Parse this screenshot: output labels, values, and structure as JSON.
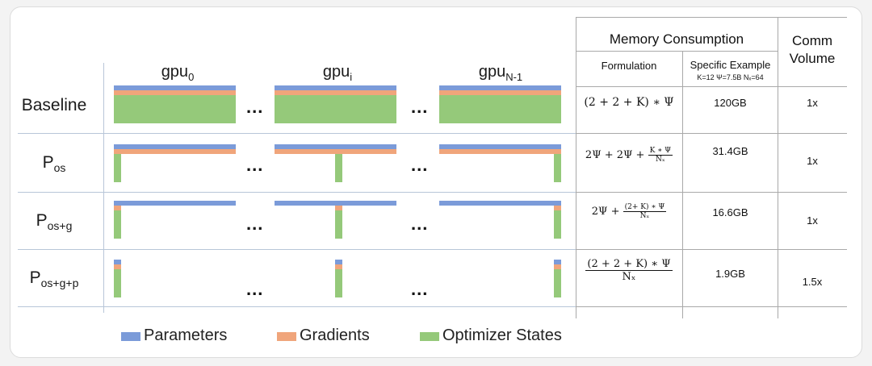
{
  "colors": {
    "parameters": "#7b9bd9",
    "gradients": "#f0a57b",
    "optimizer_states": "#95c97a"
  },
  "gpu_headers": {
    "gpu0": {
      "base": "gpu",
      "sub": "0"
    },
    "gpui": {
      "base": "gpu",
      "sub": "i"
    },
    "gpun1": {
      "base": "gpu",
      "sub": "N-1"
    }
  },
  "ellipsis": "...",
  "rows": [
    {
      "label_base": "Baseline",
      "label_sub": "",
      "memory": "120GB",
      "comm": "1x"
    },
    {
      "label_base": "P",
      "label_sub": "os",
      "memory": "31.4GB",
      "comm": "1x"
    },
    {
      "label_base": "P",
      "label_sub": "os+g",
      "memory": "16.6GB",
      "comm": "1x"
    },
    {
      "label_base": "P",
      "label_sub": "os+g+p",
      "memory": "1.9GB",
      "comm": "1.5x"
    }
  ],
  "table_header": {
    "memory_consumption": "Memory Consumption",
    "comm_volume_line1": "Comm",
    "comm_volume_line2": "Volume",
    "formulation": "Formulation",
    "specific_example": "Specific Example",
    "example_params": "K=12 Ψ=7.5B Nₓ=64"
  },
  "formulas": {
    "baseline": "(2 + 2 + K) ∗ Ψ",
    "pos_prefix": "2Ψ + 2Ψ + ",
    "pos_num": "K ∗ Ψ",
    "pos_den": "Nₓ",
    "posg_prefix": "2Ψ + ",
    "posg_num": "(2+ K) ∗ Ψ",
    "posg_den": "Nₓ",
    "posgp_num": "(2 + 2 + K) ∗ Ψ",
    "posgp_den": "Nₓ"
  },
  "legend": {
    "parameters": "Parameters",
    "gradients": "Gradients",
    "optimizer_states": "Optimizer States"
  }
}
